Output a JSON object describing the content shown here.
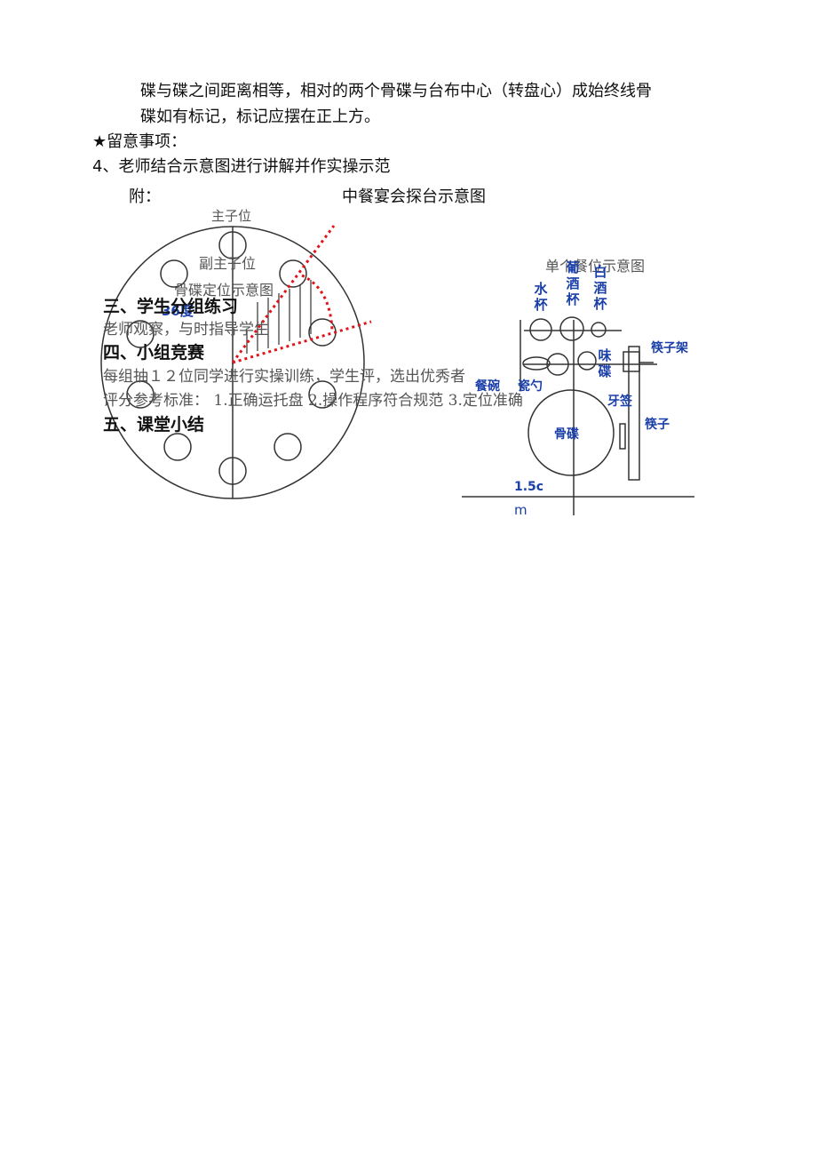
{
  "text": {
    "line1": "碟与碟之间距离相等，相对的两个骨碟与台布中心（转盘心）成始终线骨",
    "line2": "碟如有标记，标记应摆在正上方。",
    "line3": "★留意事项：",
    "line4": "4、老师结合示意图进行讲解并作实操示范",
    "attach": "附：",
    "main_title": "中餐宴会探台示意图"
  },
  "left_diagram": {
    "main_seat": "主子位",
    "vice_seat": "副主子位",
    "plate_title": "骨碟定位示意图",
    "angle": "36度"
  },
  "overlay_text": {
    "sec3": "三、学生分组练习",
    "sec3_body": "老师观察，与时指导学生",
    "sec4": "四、小组竞赛",
    "sec4_body": "每组抽１２位同学进行实操训练，学生评，选出优秀者",
    "sec4_criteria": "评分参考标准：  1.正确运托盘   2.操作程序符合规范  3.定位准确",
    "sec5": "五、课堂小结"
  },
  "right_diagram": {
    "title": "单个餐位示意图",
    "water_cup": "水杯",
    "wine_cup": "葡酒杯",
    "white_wine_cup": "白酒杯",
    "chopstick_rest": "筷子架",
    "sauce_dish": "味碟",
    "soup_bowl": "餐碗",
    "spoon": "瓷勺",
    "toothpick": "牙签",
    "chopsticks": "筷子",
    "bone_plate": "骨碟",
    "distance_1": "1.5c",
    "distance_2": "m"
  },
  "colors": {
    "text": "#111111",
    "diagram_blue": "#1a3fa8",
    "dotted_red": "#e0141a",
    "outline": "#333333"
  }
}
